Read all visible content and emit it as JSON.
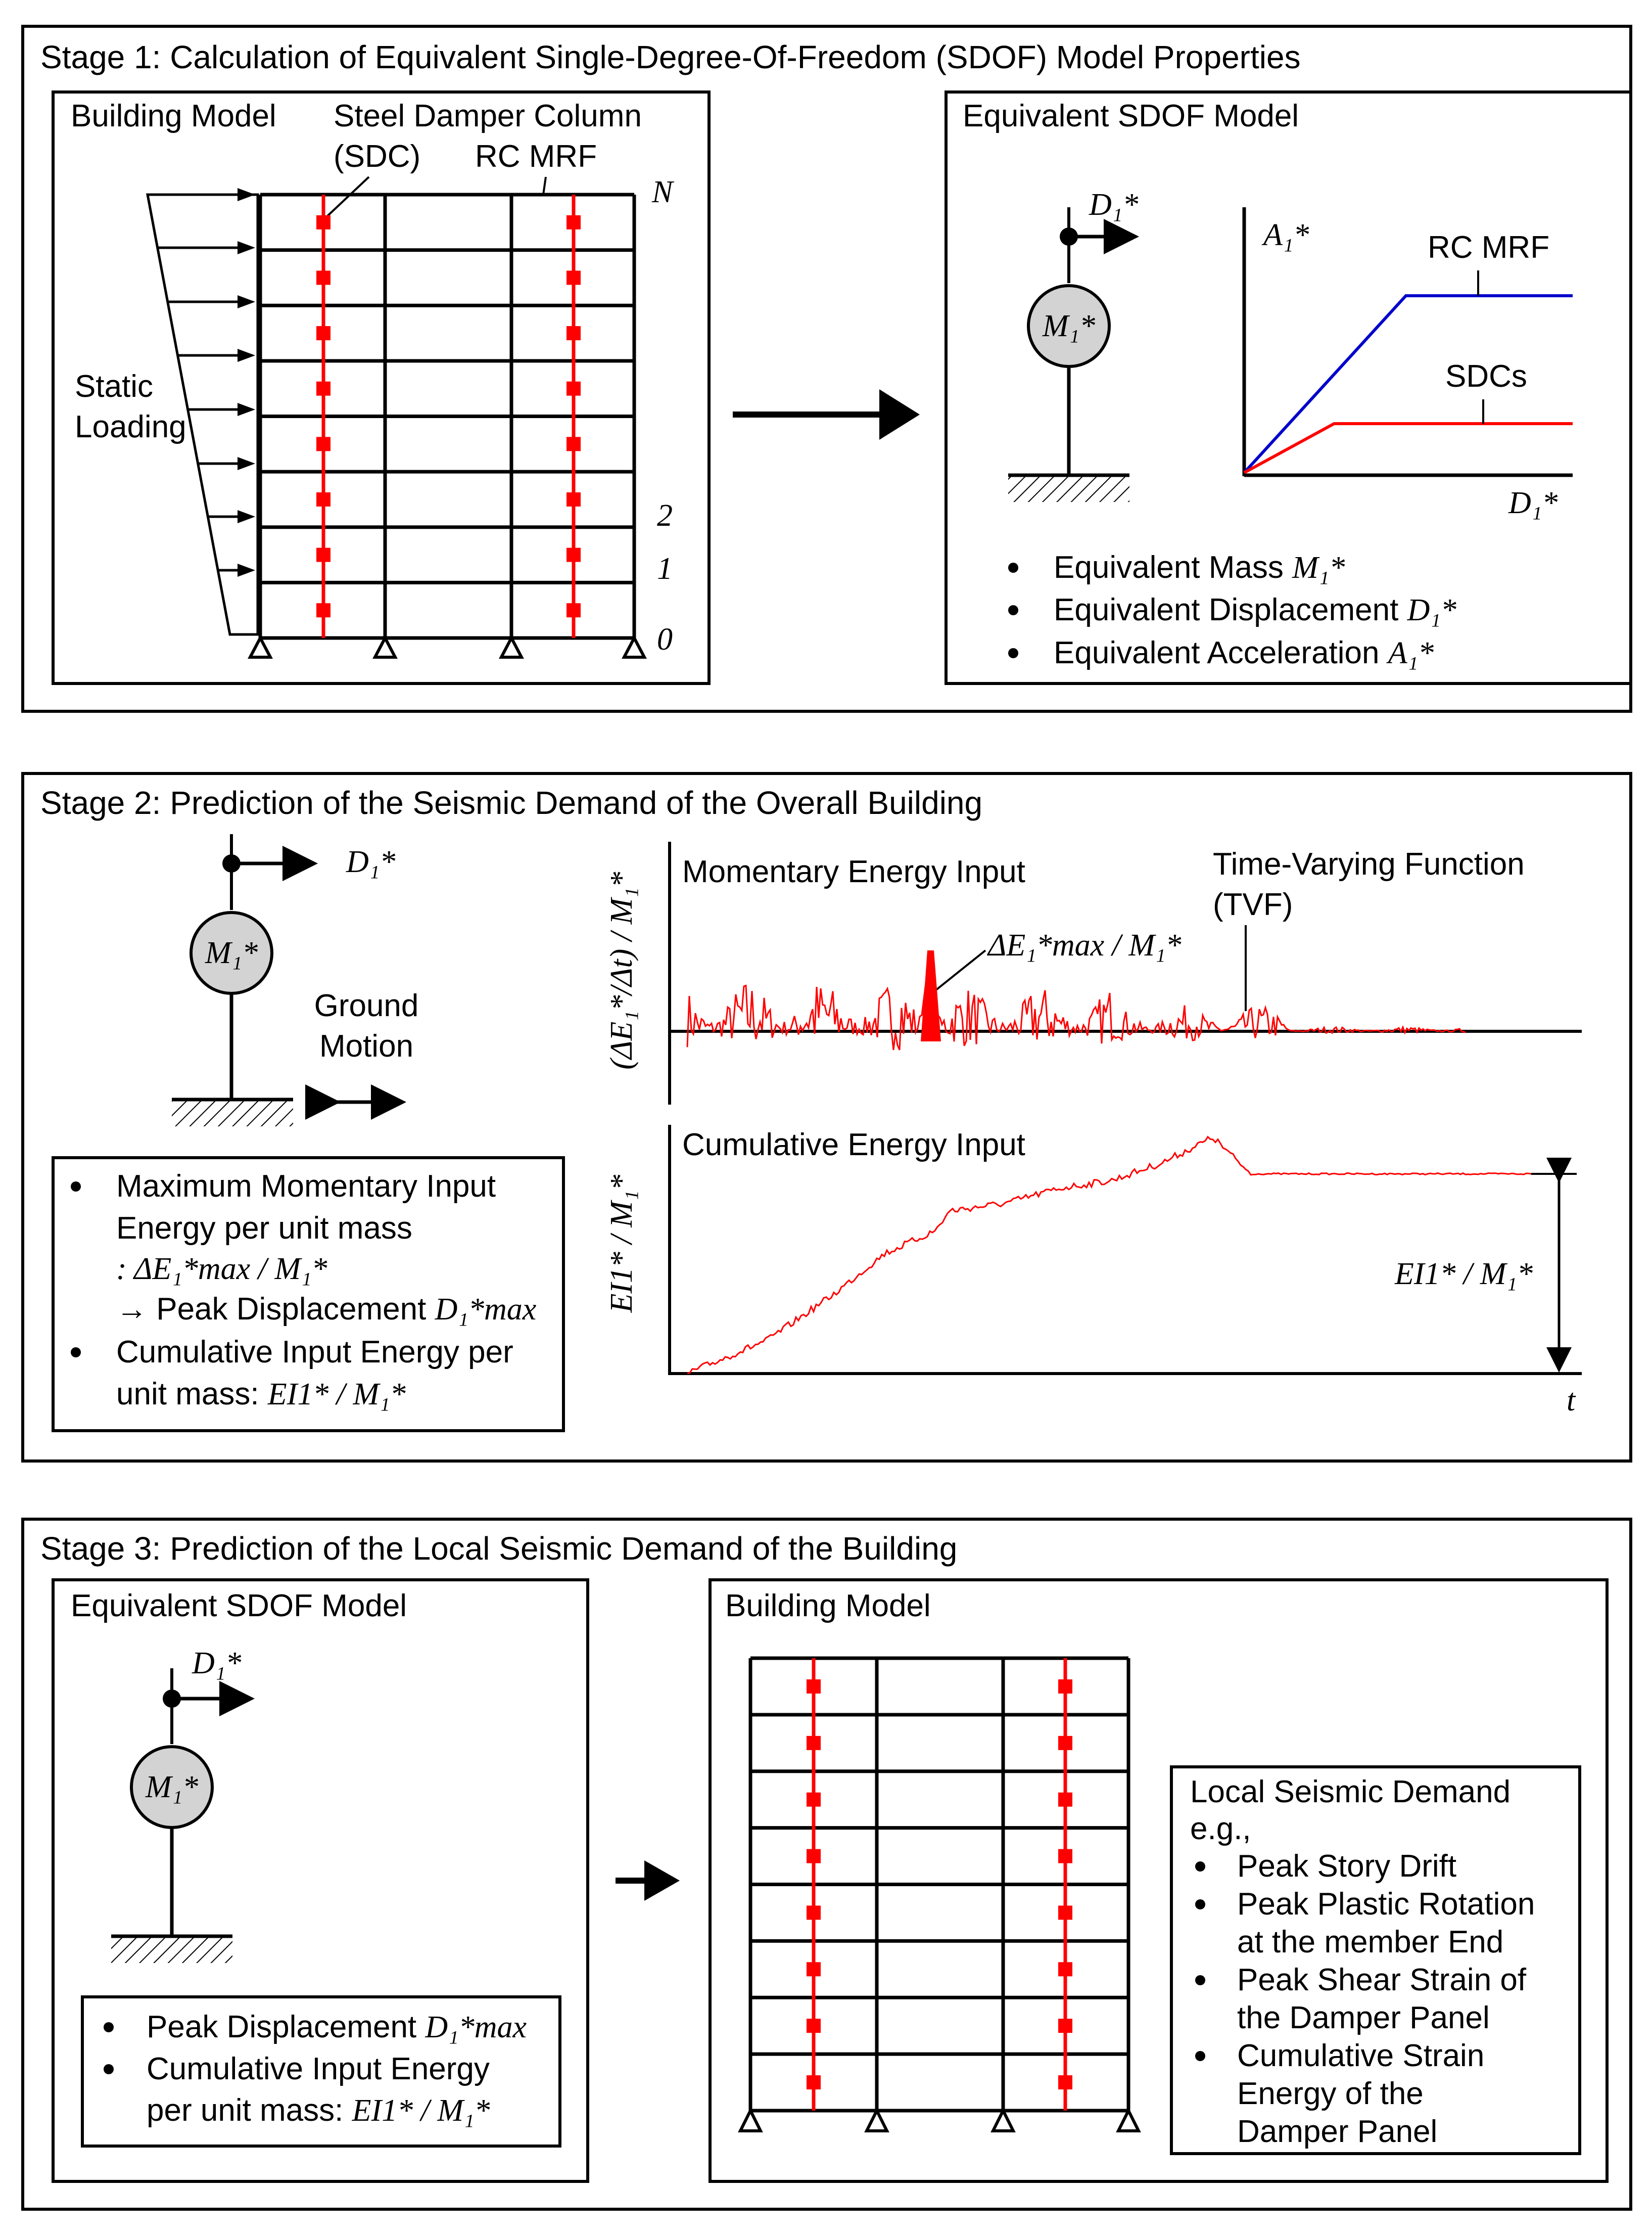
{
  "stage1": {
    "title": "Stage 1: Calculation of Equivalent Single-Degree-Of-Freedom (SDOF) Model Properties",
    "building_title": "Building Model",
    "sdc_label_1": "Steel Damper Column",
    "sdc_label_2": "(SDC)",
    "rc_mrf_label": "RC MRF",
    "static_label_1": "Static",
    "static_label_2": "Loading",
    "floor_labels": [
      "N",
      "2",
      "1",
      "0"
    ],
    "sdof_title": "Equivalent SDOF Model",
    "mass_label": "M₁*",
    "disp_label": "D₁*",
    "graph": {
      "y_label": "A₁*",
      "x_label": "D₁*",
      "rc_label": "RC MRF",
      "sdc_label": "SDCs",
      "rc_color": "#0000cc",
      "sdc_color": "#ff0000"
    },
    "bullets": [
      {
        "text": "Equivalent Mass ",
        "sym": "M₁*"
      },
      {
        "text": "Equivalent Displacement ",
        "sym": "D₁*"
      },
      {
        "text": "Equivalent Acceleration ",
        "sym": "A₁*"
      }
    ]
  },
  "stage2": {
    "title": "Stage 2: Prediction of the Seismic Demand of the Overall Building",
    "disp_label": "D₁*",
    "mass_label": "M₁*",
    "ground_1": "Ground",
    "ground_2": "Motion",
    "bullets": {
      "b1_line1": "Maximum Momentary Input",
      "b1_line2": "Energy per unit mass",
      "b1_line3": ": ΔE₁*max / M₁*",
      "b1_line4_text": "→ Peak Displacement ",
      "b1_line4_sym": "D₁*max",
      "b2_line1": "Cumulative Input Energy per",
      "b2_line2_text": "unit mass: ",
      "b2_line2_sym": "EI1* / M₁*"
    },
    "top_plot": {
      "title": "Momentary Energy Input",
      "y_label": "(ΔE₁*/Δt) / M₁*",
      "peak_label": "ΔE₁*max / M₁*",
      "tvf_1": "Time-Varying Function",
      "tvf_2": "(TVF)",
      "color": "#ff0000"
    },
    "bottom_plot": {
      "title": "Cumulative Energy Input",
      "y_label": "EI1* / M₁*",
      "end_label": "EI1* / M₁*",
      "x_label": "t",
      "color": "#ff0000"
    }
  },
  "stage3": {
    "title": "Stage 3: Prediction of the Local Seismic Demand of the Building",
    "sdof_title": "Equivalent SDOF Model",
    "disp_label": "D₁*",
    "mass_label": "M₁*",
    "bullets": {
      "b1_text": "Peak Displacement ",
      "b1_sym": "D₁*max",
      "b2_line1": "Cumulative Input Energy",
      "b2_line2_text": "per unit mass: ",
      "b2_line2_sym": "EI1* / M₁*"
    },
    "building_title": "Building Model",
    "local_title_1": "Local Seismic Demand",
    "local_title_2": "e.g.,",
    "local_items": [
      [
        "Peak Story Drift"
      ],
      [
        "Peak Plastic Rotation",
        "at the member End"
      ],
      [
        "Peak Shear Strain of",
        "the Damper Panel"
      ],
      [
        "Cumulative Strain",
        "Energy of the",
        "Damper Panel"
      ]
    ]
  }
}
